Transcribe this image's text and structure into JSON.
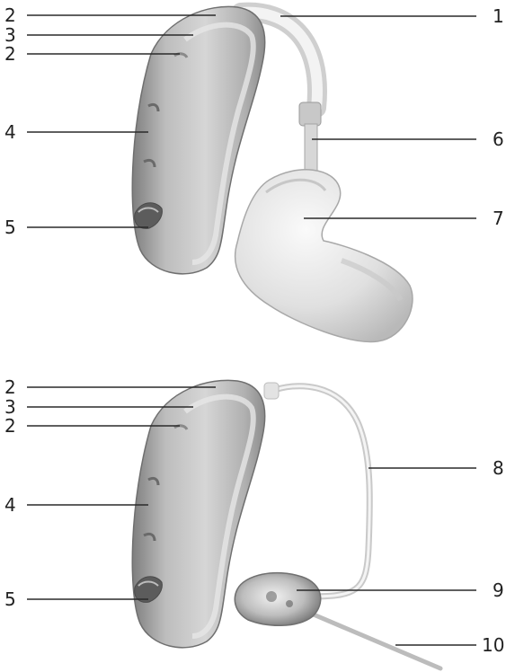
{
  "colors": {
    "body_light": "#d9d9d9",
    "body_mid": "#b4b4b4",
    "body_dark": "#8b8b8b",
    "tube": "#dcdcdc",
    "earmold": "#e6e6e6",
    "line": "#2a2a2a",
    "text": "#222222"
  },
  "diagrams": [
    {
      "description_icon": "hearing-aid-with-earmold-icon",
      "callouts": [
        {
          "label": "2"
        },
        {
          "label": "3"
        },
        {
          "label": "2"
        },
        {
          "label": "4"
        },
        {
          "label": "5"
        },
        {
          "label": "1"
        },
        {
          "label": "6"
        },
        {
          "label": "7"
        }
      ]
    },
    {
      "description_icon": "hearing-aid-with-thin-tube-icon",
      "callouts": [
        {
          "label": "2"
        },
        {
          "label": "3"
        },
        {
          "label": "2"
        },
        {
          "label": "4"
        },
        {
          "label": "5"
        },
        {
          "label": "8"
        },
        {
          "label": "9"
        },
        {
          "label": "10"
        }
      ]
    }
  ]
}
